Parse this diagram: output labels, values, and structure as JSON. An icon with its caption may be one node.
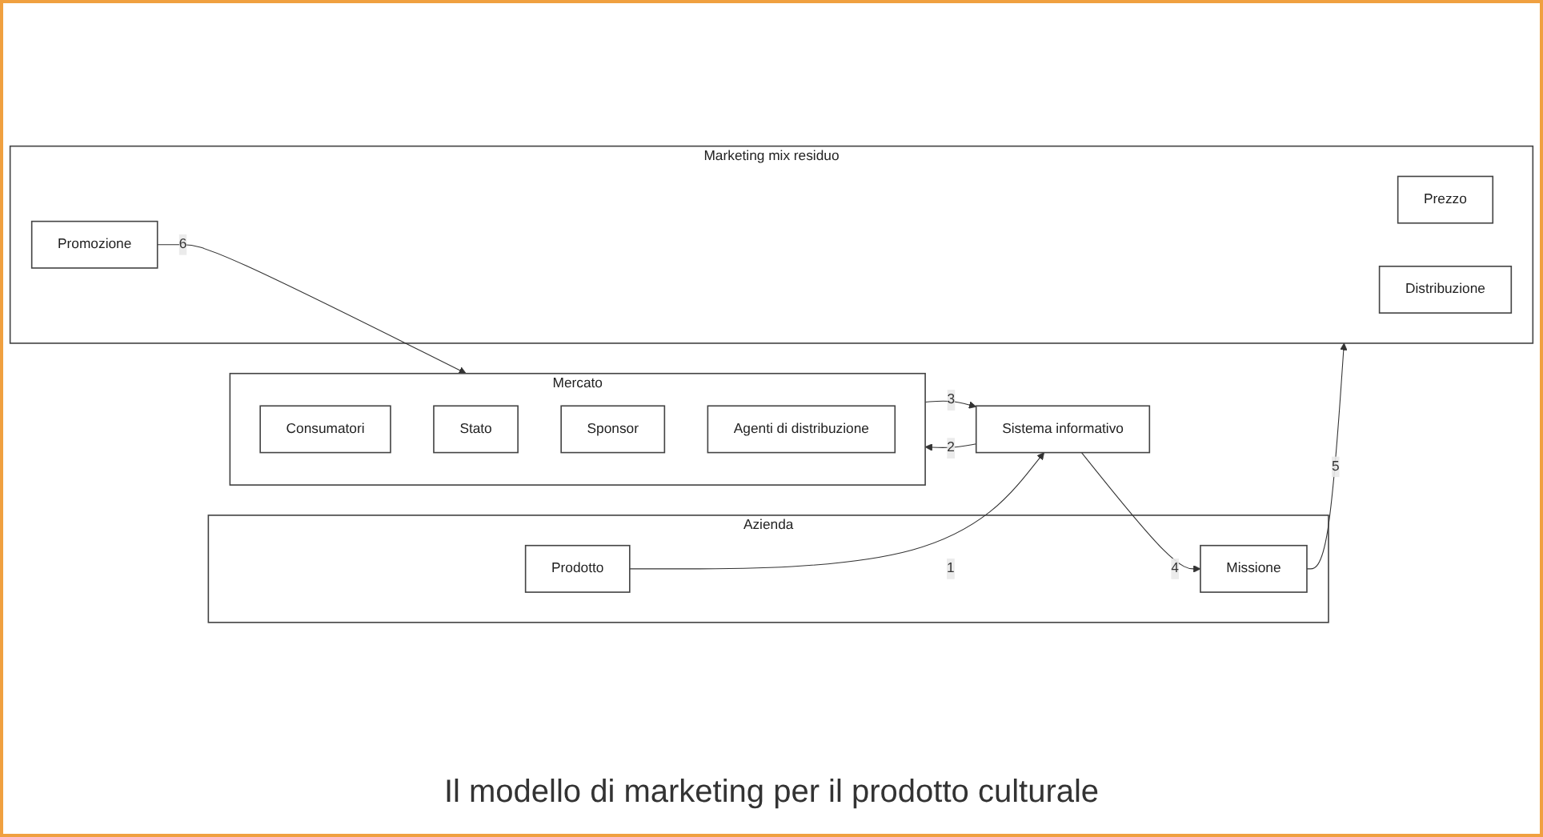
{
  "diagram": {
    "caption": "Il modello di marketing per il prodotto culturale",
    "nodes": [
      {
        "text": [
          "Azienda"
        ]
      },
      {
        "text": [
          "Missione"
        ],
        "in": 0
      },
      {
        "text": [
          "Prodotto"
        ],
        "in": 0
      },
      {
        "text": [
          "Sistema informativo"
        ]
      },
      {
        "text": [
          "Mercato"
        ]
      },
      {
        "text": [
          "Consumatori"
        ],
        "in": 4
      },
      {
        "text": [
          "Stato"
        ],
        "in": 4
      },
      {
        "text": [
          "Sponsor"
        ],
        "in": 4
      },
      {
        "text": [
          "Agenti di distribuzione"
        ],
        "in": 4
      },
      {
        "text": [
          "Marketing mix residuo"
        ]
      },
      {
        "text": [
          "Prezzo"
        ],
        "in": 9
      },
      {
        "text": [
          "Distribuzione"
        ],
        "in": 9
      },
      {
        "text": [
          "Promozione"
        ],
        "in": 9
      }
    ],
    "edges": [
      {
        "from": 2,
        "to": 3,
        "arrow": "to",
        "label": "1"
      },
      {
        "from": 3,
        "to": 4,
        "arrow": "to",
        "label": "2"
      },
      {
        "from": 4,
        "to": 3,
        "arrow": "to",
        "label": "3"
      },
      {
        "from": 3,
        "to": 1,
        "arrow": "to",
        "label": "4"
      },
      {
        "from": 1,
        "to": 9,
        "arrow": "to",
        "label": "5"
      },
      {
        "from": 12,
        "to": 4,
        "arrow": "to",
        "label": "6"
      }
    ]
  }
}
